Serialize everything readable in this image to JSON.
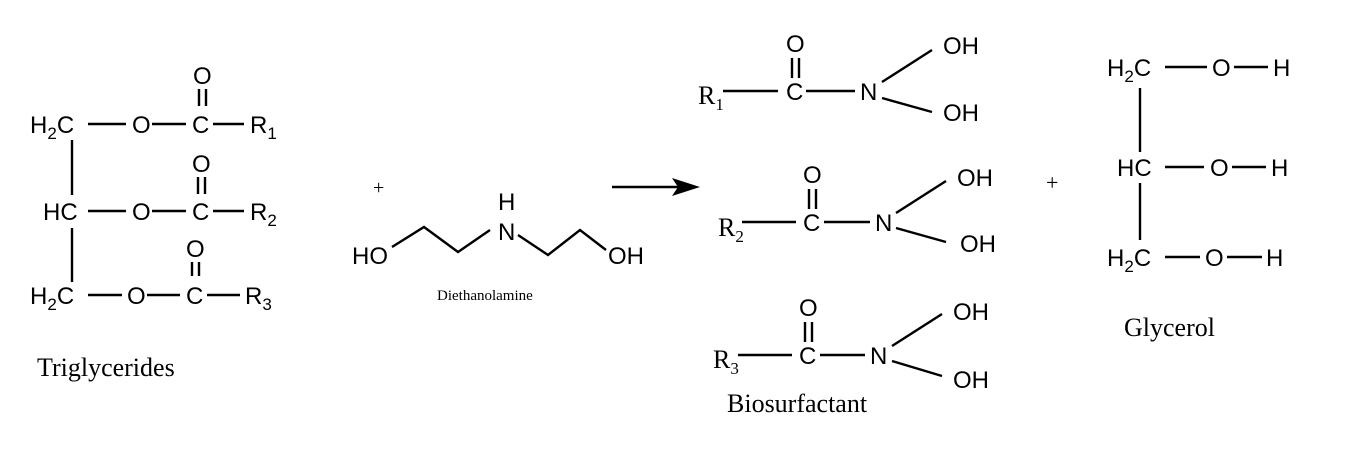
{
  "reactants": {
    "triglycerides": {
      "name": "Triglycerides",
      "rows": [
        {
          "c": "H",
          "c_sub": "2",
          "c2": "C",
          "o": "O",
          "co": "C",
          "dbl_o": "O",
          "r": "R",
          "r_sub": "1"
        },
        {
          "c": "H",
          "c_sub": "",
          "c2": "C",
          "o": "O",
          "co": "C",
          "dbl_o": "O",
          "r": "R",
          "r_sub": "2"
        },
        {
          "c": "H",
          "c_sub": "2",
          "c2": "C",
          "o": "O",
          "co": "C",
          "dbl_o": "O",
          "r": "R",
          "r_sub": "3"
        }
      ]
    },
    "plus": "+",
    "diethanolamine": {
      "name": "Diethanolamine",
      "left": "HO",
      "n": "N",
      "h": "H",
      "right": "OH"
    }
  },
  "products": {
    "biosurfactant": {
      "name": "Biosurfactant",
      "rows": [
        {
          "r": "R",
          "r_sub": "1",
          "c": "C",
          "o": "O",
          "n": "N",
          "oh1": "OH",
          "oh2": "OH"
        },
        {
          "r": "R",
          "r_sub": "2",
          "c": "C",
          "o": "O",
          "n": "N",
          "oh1": "OH",
          "oh2": "OH"
        },
        {
          "r": "R",
          "r_sub": "3",
          "c": "C",
          "o": "O",
          "n": "N",
          "oh1": "OH",
          "oh2": "OH"
        }
      ]
    },
    "plus": "+",
    "glycerol": {
      "name": "Glycerol",
      "rows": [
        {
          "c": "H",
          "c_sub": "2",
          "c2": "C",
          "o": "O",
          "h": "H"
        },
        {
          "c": "H",
          "c_sub": "",
          "c2": "C",
          "o": "O",
          "h": "H"
        },
        {
          "c": "H",
          "c_sub": "2",
          "c2": "C",
          "o": "O",
          "h": "H"
        }
      ]
    }
  }
}
